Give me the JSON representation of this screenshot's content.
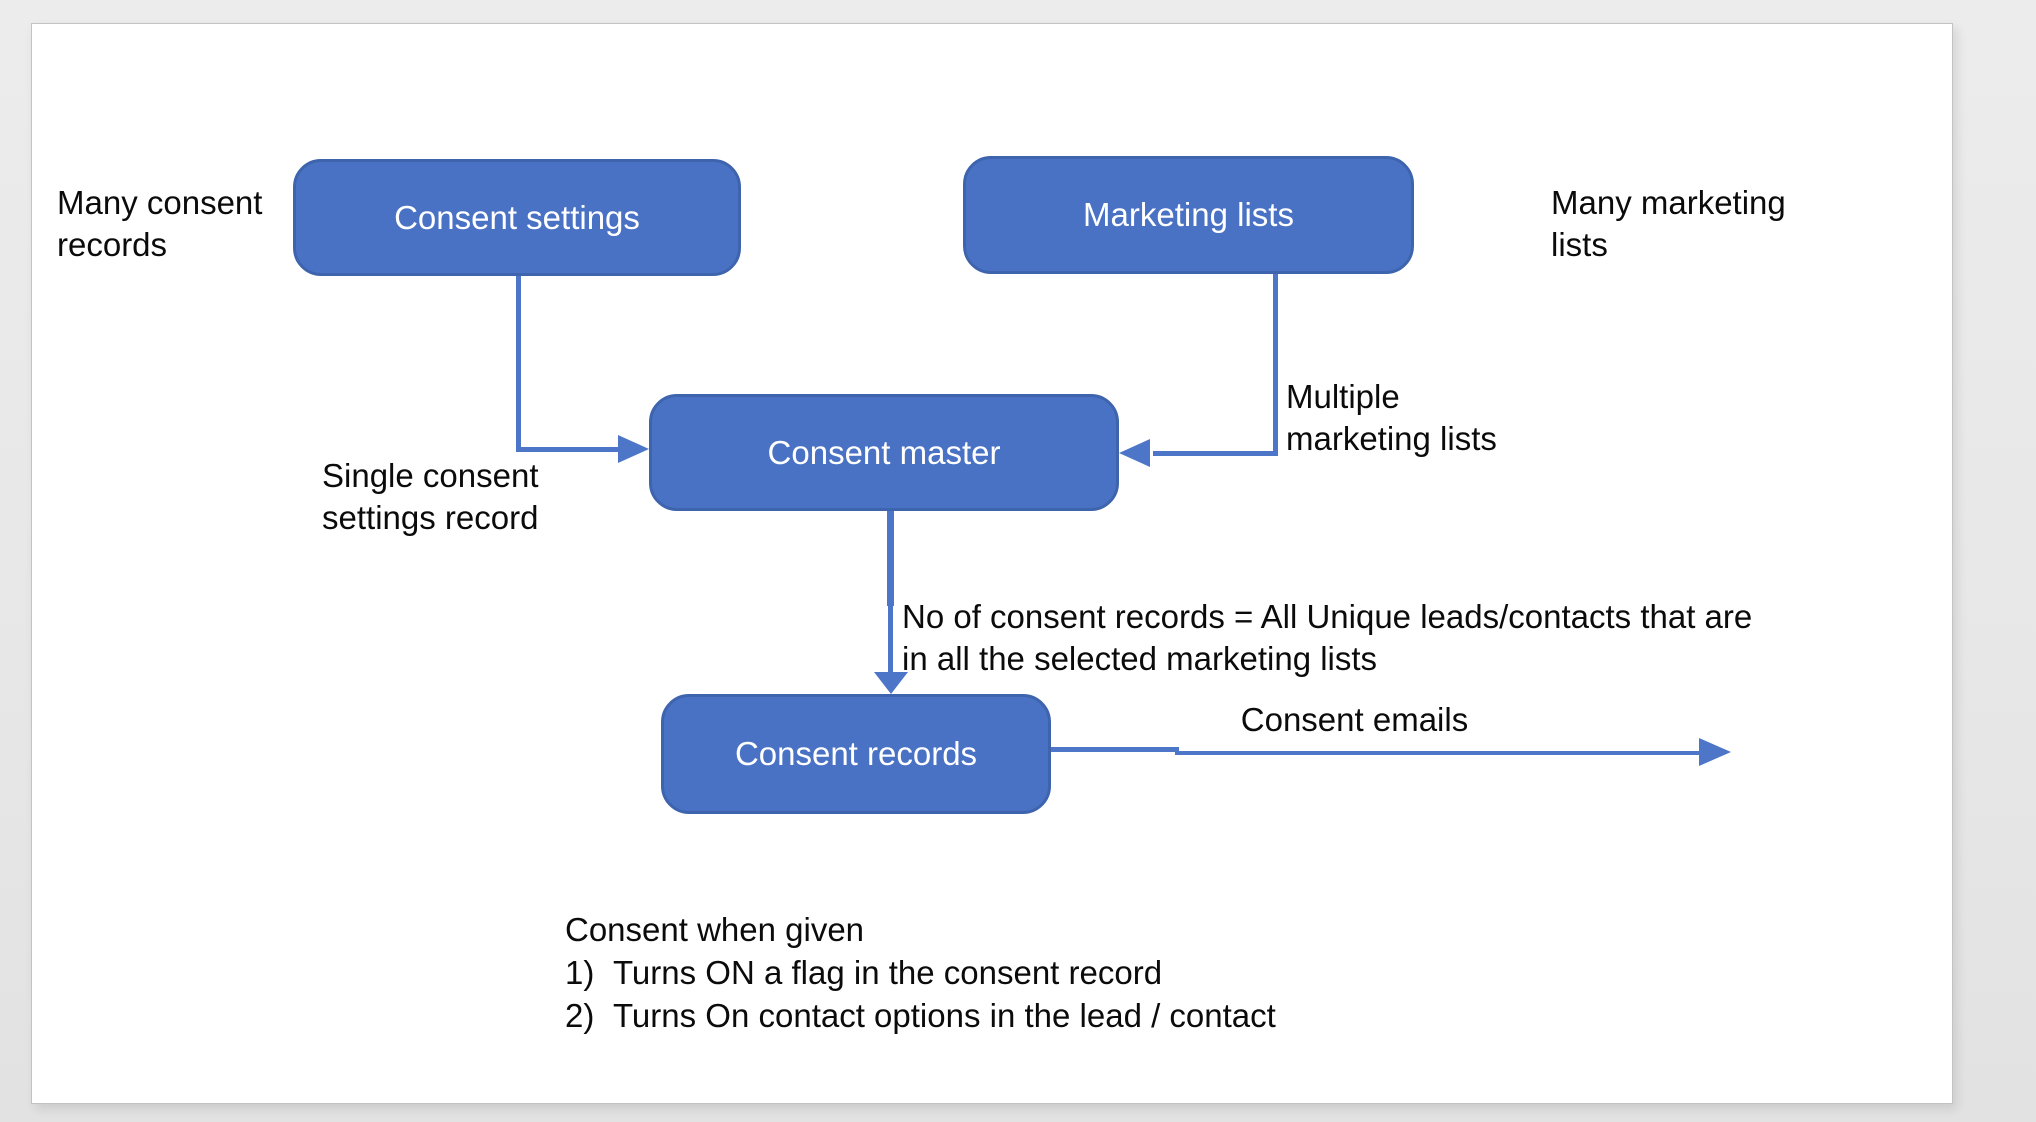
{
  "page": {
    "background": "#e8e8e8",
    "surface": "#ffffff"
  },
  "colors": {
    "node_fill": "#4a72c4",
    "node_border": "#3e64ae",
    "connector": "#4d76c8",
    "node_text": "#ffffff",
    "text": "#0b0b0b"
  },
  "nodes": {
    "consent_settings": {
      "label": "Consent settings"
    },
    "marketing_lists": {
      "label": "Marketing lists"
    },
    "consent_master": {
      "label": "Consent master"
    },
    "consent_records": {
      "label": "Consent records"
    }
  },
  "edges": [
    {
      "from": "consent_settings",
      "to": "consent_master",
      "label": "Single consent settings record"
    },
    {
      "from": "marketing_lists",
      "to": "consent_master",
      "label": "Multiple marketing lists"
    },
    {
      "from": "consent_master",
      "to": "consent_records",
      "label": "No of consent records = All Unique leads/contacts that are in all the selected marketing lists"
    },
    {
      "from": "consent_records",
      "to": "out",
      "label": "Consent emails"
    }
  ],
  "annotations": {
    "many_consent_records": {
      "lines": [
        "Many consent",
        "records"
      ]
    },
    "many_marketing_lists": {
      "lines": [
        "Many marketing",
        "lists"
      ]
    },
    "single_consent_settings_record": {
      "lines": [
        "Single consent",
        "settings record"
      ]
    },
    "multiple_marketing_lists": {
      "lines": [
        "Multiple",
        "marketing lists"
      ]
    },
    "consent_records_count": {
      "lines": [
        "No of consent records = All Unique leads/contacts that are",
        "in all the selected marketing lists"
      ]
    },
    "consent_emails": {
      "label": "Consent emails"
    }
  },
  "notes": {
    "title": "Consent when given",
    "items": [
      {
        "num": "1)",
        "text": "Turns ON a flag in the consent record"
      },
      {
        "num": "2)",
        "text": "Turns On contact options in the lead / contact"
      }
    ]
  }
}
